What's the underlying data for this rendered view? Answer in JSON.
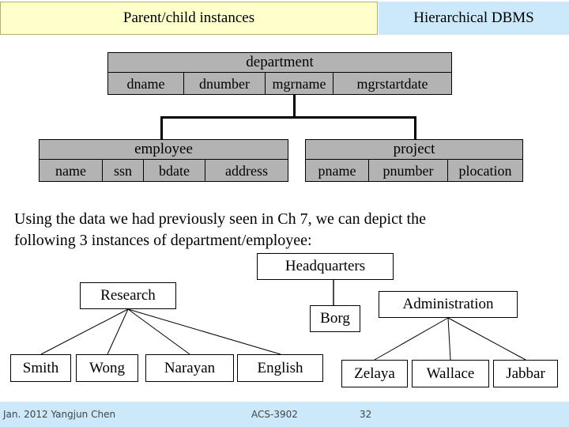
{
  "slide": {
    "title_left": "Parent/child instances",
    "title_right": "Hierarchical DBMS",
    "accent_yellow": "#ffffcc",
    "accent_blue": "#cce8fb",
    "table_gray": "#b3b3b3"
  },
  "schema": {
    "department": {
      "title": "department",
      "columns": [
        "dname",
        "dnumber",
        "mgrname",
        "mgrstartdate"
      ]
    },
    "employee": {
      "title": "employee",
      "columns": [
        "name",
        "ssn",
        "bdate",
        "address"
      ]
    },
    "project": {
      "title": "project",
      "columns": [
        "pname",
        "pnumber",
        "plocation"
      ]
    }
  },
  "body": {
    "line1": "Using the data we had previously seen in Ch 7, we can depict the",
    "line2": "following 3 instances of department/employee:"
  },
  "instances": {
    "headquarters": "Headquarters",
    "research": "Research",
    "borg": "Borg",
    "administration": "Administration",
    "smith": "Smith",
    "wong": "Wong",
    "narayan": "Narayan",
    "english": "English",
    "zelaya": "Zelaya",
    "wallace": "Wallace",
    "jabbar": "Jabbar"
  },
  "footer": {
    "author": "Jan. 2012 Yangjun Chen",
    "course": "ACS-3902",
    "page": "32"
  }
}
